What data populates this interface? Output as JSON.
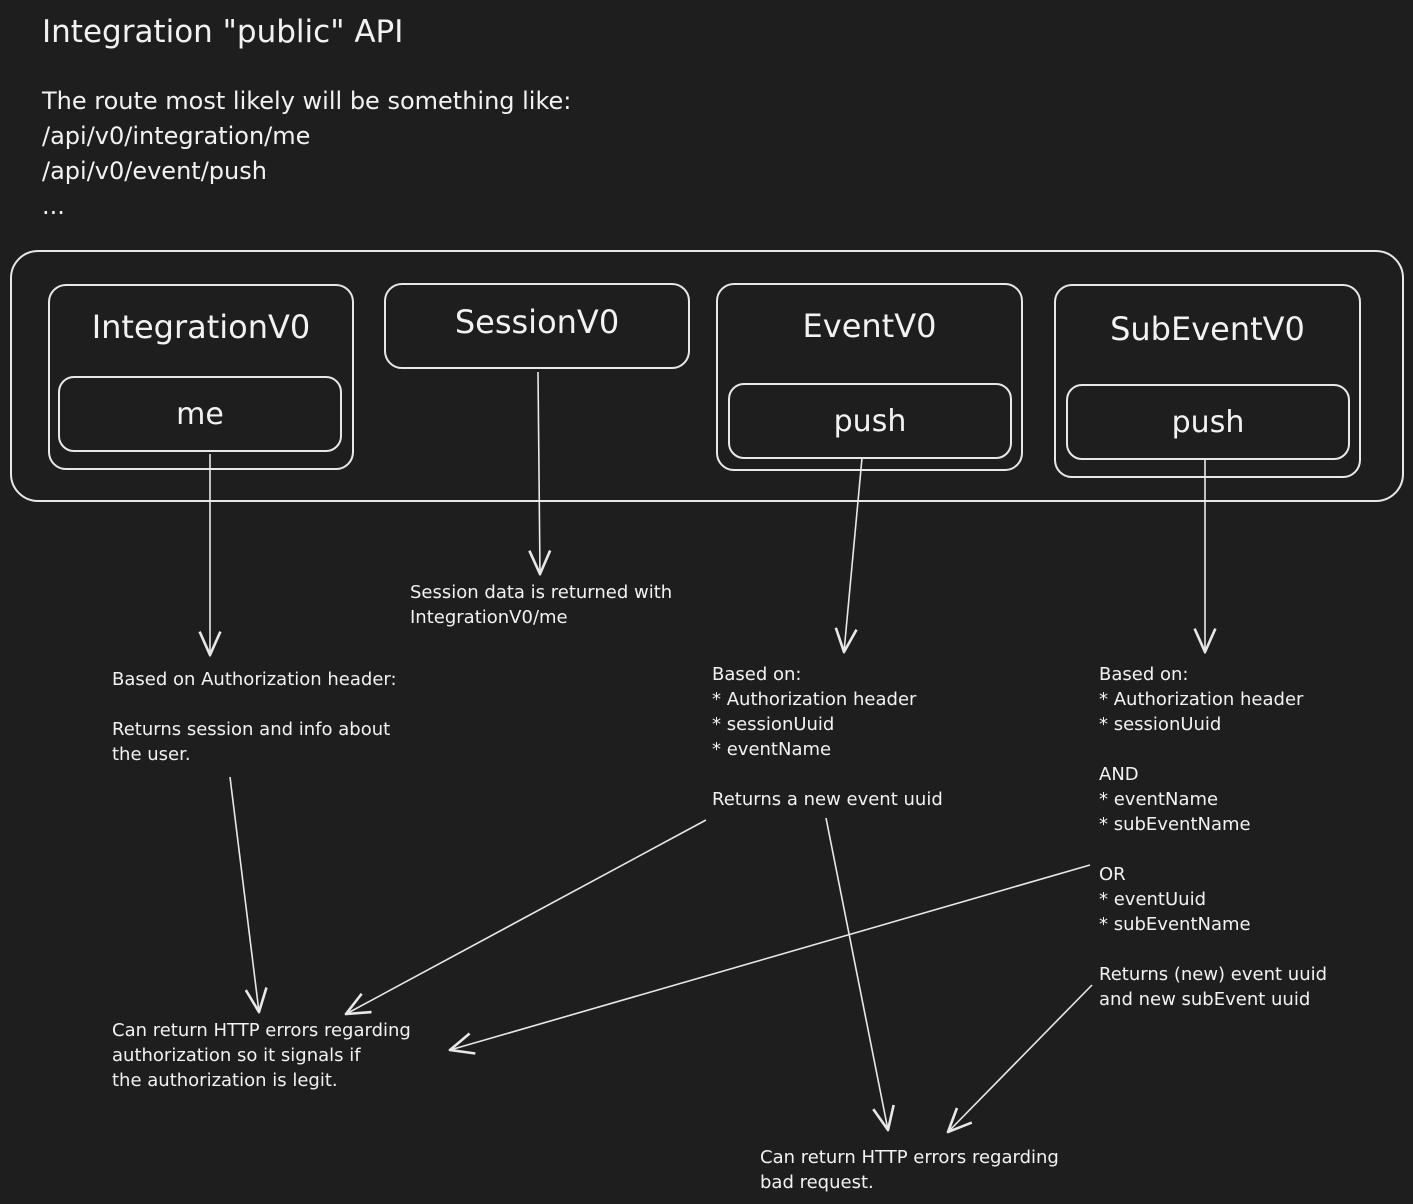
{
  "header": {
    "title": "Integration \"public\" API",
    "route_lines": [
      "The route most likely will be something like:",
      "/api/v0/integration/me",
      "/api/v0/event/push",
      "..."
    ]
  },
  "components": {
    "integration": {
      "title": "IntegrationV0",
      "method": "me"
    },
    "session": {
      "title": "SessionV0"
    },
    "event": {
      "title": "EventV0",
      "method": "push"
    },
    "subevent": {
      "title": "SubEventV0",
      "method": "push"
    }
  },
  "notes": {
    "session_return": [
      "Session data is returned with",
      "IntegrationV0/me"
    ],
    "me_behaviour": [
      "Based on Authorization header:",
      "",
      "Returns session and info about",
      "the user."
    ],
    "event_push": [
      "Based on:",
      "* Authorization header",
      "* sessionUuid",
      "* eventName",
      "",
      "Returns a new event uuid"
    ],
    "subevent_push": [
      "Based on:",
      "* Authorization header",
      "* sessionUuid",
      "",
      "AND",
      "* eventName",
      "* subEventName",
      "",
      "OR",
      "* eventUuid",
      "* subEventName",
      "",
      "Returns (new) event uuid",
      "and new subEvent uuid"
    ],
    "auth_errors": [
      "Can return HTTP errors regarding",
      "authorization so it signals if",
      "the authorization is legit."
    ],
    "bad_request_errors": [
      "Can return HTTP errors regarding",
      "bad request."
    ]
  }
}
